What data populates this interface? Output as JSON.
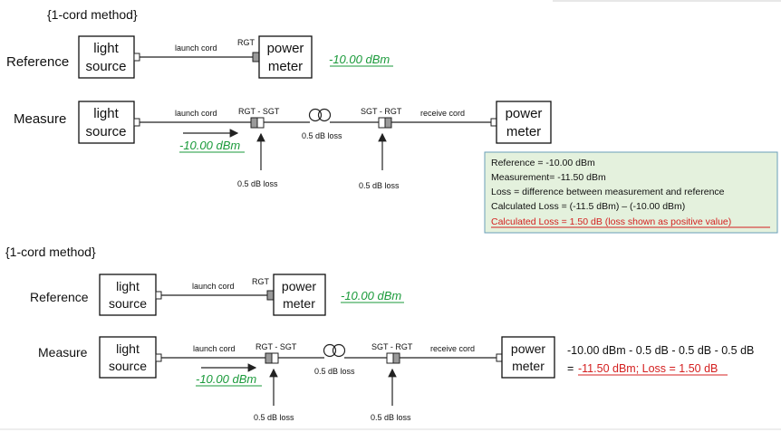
{
  "colors": {
    "green": "#1a9a3a",
    "red": "#d42020",
    "note_bg": "#e4f1dd",
    "note_border": "#6a9fb8"
  },
  "top": {
    "heading": "{1-cord method}",
    "reference_label": "Reference",
    "measure_label": "Measure",
    "light_source_l1": "light",
    "light_source_l2": "source",
    "power_meter_l1": "power",
    "power_meter_l2": "meter",
    "launch_cord": "launch cord",
    "receive_cord": "receive cord",
    "rgt": "RGT",
    "rgt_sgt": "RGT - SGT",
    "sgt_rgt": "SGT - RGT",
    "ref_reading": "-10.00 dBm",
    "launch_reading": "-10.00 dBm",
    "spool_loss": "0.5 dB loss",
    "conn_loss_1": "0.5 dB loss",
    "conn_loss_2": "0.5 dB loss",
    "note": {
      "line1": "Reference = -10.00 dBm",
      "line2": "Measurement= -11.50 dBm",
      "line3": "Loss = difference between measurement and reference",
      "line4": "Calculated Loss = (-11.5 dBm) – (-10.00 dBm)",
      "line5": "Calculated Loss = 1.50 dB (loss shown as positive value)"
    }
  },
  "bottom": {
    "heading": "{1-cord method}",
    "reference_label": "Reference",
    "measure_label": "Measure",
    "light_source_l1": "light",
    "light_source_l2": "source",
    "power_meter_l1": "power",
    "power_meter_l2": "meter",
    "launch_cord": "launch cord",
    "receive_cord": "receive cord",
    "rgt": "RGT",
    "rgt_sgt": "RGT - SGT",
    "sgt_rgt": "SGT - RGT",
    "ref_reading": "-10.00 dBm",
    "launch_reading": "-10.00 dBm",
    "spool_loss": "0.5 dB loss",
    "conn_loss_1": "0.5 dB loss",
    "conn_loss_2": "0.5 dB loss",
    "calc_line1": "-10.00 dBm - 0.5 dB - 0.5 dB - 0.5 dB",
    "calc_eq": "= ",
    "calc_result": "-11.50 dBm; Loss = 1.50 dB"
  }
}
